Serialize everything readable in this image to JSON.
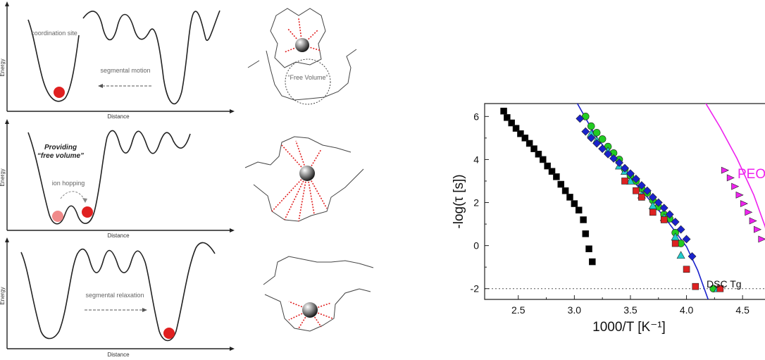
{
  "schematic": {
    "panels": [
      {
        "axis_y": "Energy",
        "axis_x": "Distance",
        "labels": [
          "coordination site",
          "segmental motion",
          "“Free Volume”"
        ]
      },
      {
        "axis_y": "Energy",
        "axis_x": "Distance",
        "labels": [
          "Providing",
          "“free volume”",
          "ion hopping"
        ]
      },
      {
        "axis_y": "Energy",
        "axis_x": "Distance",
        "labels": [
          "segmental relaxation"
        ]
      }
    ],
    "ion_color": "#e02020"
  },
  "chart_data": {
    "type": "scatter",
    "xlabel": "1000/T [K⁻¹]",
    "ylabel": "-log(τ [s])",
    "xlim": [
      2.2,
      4.7
    ],
    "ylim": [
      -2.5,
      6.6
    ],
    "xticks": [
      2.5,
      3.0,
      3.5,
      4.0,
      4.5
    ],
    "yticks": [
      -2,
      0,
      2,
      4,
      6
    ],
    "annotations": [
      "DSC Tg",
      "PEO"
    ],
    "tg_line_y": -2,
    "series": [
      {
        "marker": "square",
        "color": "#000000",
        "points": [
          [
            2.37,
            6.25
          ],
          [
            2.4,
            5.95
          ],
          [
            2.44,
            5.7
          ],
          [
            2.48,
            5.45
          ],
          [
            2.52,
            5.2
          ],
          [
            2.56,
            5.0
          ],
          [
            2.6,
            4.75
          ],
          [
            2.64,
            4.5
          ],
          [
            2.68,
            4.25
          ],
          [
            2.72,
            4.0
          ],
          [
            2.76,
            3.7
          ],
          [
            2.8,
            3.45
          ],
          [
            2.84,
            3.2
          ],
          [
            2.88,
            2.85
          ],
          [
            2.92,
            2.55
          ],
          [
            2.96,
            2.25
          ],
          [
            3.0,
            1.95
          ],
          [
            3.04,
            1.65
          ],
          [
            3.08,
            1.2
          ],
          [
            3.1,
            0.55
          ],
          [
            3.13,
            -0.15
          ],
          [
            3.16,
            -0.75
          ]
        ]
      },
      {
        "marker": "circle",
        "color": "#22cc22",
        "points": [
          [
            3.1,
            6.0
          ],
          [
            3.15,
            5.55
          ],
          [
            3.2,
            5.25
          ],
          [
            3.25,
            4.95
          ],
          [
            3.3,
            4.6
          ],
          [
            3.35,
            4.3
          ],
          [
            3.4,
            4.0
          ],
          [
            3.45,
            3.55
          ],
          [
            3.5,
            3.25
          ],
          [
            3.55,
            3.0
          ],
          [
            3.6,
            2.65
          ],
          [
            3.65,
            2.45
          ],
          [
            3.7,
            2.1
          ],
          [
            3.75,
            1.8
          ],
          [
            3.8,
            1.45
          ],
          [
            3.85,
            1.25
          ],
          [
            3.9,
            0.6
          ],
          [
            3.95,
            0.1
          ],
          [
            4.24,
            -2.0
          ]
        ]
      },
      {
        "marker": "triangle",
        "color": "#22cccc",
        "points": [
          [
            3.15,
            5.2
          ],
          [
            3.2,
            4.9
          ],
          [
            3.3,
            4.4
          ],
          [
            3.4,
            3.7
          ],
          [
            3.45,
            3.45
          ],
          [
            3.5,
            3.0
          ],
          [
            3.6,
            2.35
          ],
          [
            3.7,
            1.85
          ],
          [
            3.8,
            1.3
          ],
          [
            3.9,
            0.4
          ],
          [
            3.95,
            -0.45
          ],
          [
            4.28,
            -2.0
          ]
        ]
      },
      {
        "marker": "square",
        "color": "#dd2222",
        "points": [
          [
            3.45,
            3.0
          ],
          [
            3.55,
            2.55
          ],
          [
            3.6,
            2.25
          ],
          [
            3.7,
            1.55
          ],
          [
            3.8,
            1.2
          ],
          [
            3.9,
            0.1
          ],
          [
            4.0,
            -1.1
          ],
          [
            4.08,
            -1.9
          ],
          [
            4.3,
            -2.0
          ]
        ]
      },
      {
        "marker": "diamond",
        "color": "#1a22cc",
        "points": [
          [
            3.05,
            5.9
          ],
          [
            3.1,
            5.3
          ],
          [
            3.15,
            5.0
          ],
          [
            3.2,
            4.75
          ],
          [
            3.25,
            4.5
          ],
          [
            3.3,
            4.25
          ],
          [
            3.35,
            4.05
          ],
          [
            3.4,
            3.85
          ],
          [
            3.45,
            3.6
          ],
          [
            3.5,
            3.35
          ],
          [
            3.55,
            3.1
          ],
          [
            3.6,
            2.8
          ],
          [
            3.65,
            2.55
          ],
          [
            3.7,
            2.25
          ],
          [
            3.75,
            2.0
          ],
          [
            3.8,
            1.75
          ],
          [
            3.85,
            1.45
          ],
          [
            3.9,
            1.1
          ],
          [
            3.95,
            0.75
          ],
          [
            4.0,
            0.3
          ],
          [
            4.05,
            -0.5
          ]
        ]
      },
      {
        "marker": "triangle-right",
        "color": "#ee22ee",
        "points": [
          [
            4.34,
            3.5
          ],
          [
            4.39,
            3.15
          ],
          [
            4.43,
            2.75
          ],
          [
            4.47,
            2.35
          ],
          [
            4.51,
            1.95
          ],
          [
            4.55,
            1.55
          ],
          [
            4.59,
            1.15
          ],
          [
            4.63,
            0.75
          ],
          [
            4.67,
            0.3
          ]
        ]
      }
    ],
    "fits": [
      {
        "color": "#1a22cc",
        "points": [
          [
            3.0,
            6.85
          ],
          [
            3.2,
            5.0
          ],
          [
            3.4,
            3.75
          ],
          [
            3.6,
            2.55
          ],
          [
            3.8,
            1.35
          ],
          [
            4.0,
            -0.05
          ],
          [
            4.1,
            -1.15
          ],
          [
            4.2,
            -2.6
          ]
        ]
      },
      {
        "color": "#ee22ee",
        "points": [
          [
            4.15,
            6.8
          ],
          [
            4.3,
            5.5
          ],
          [
            4.45,
            4.05
          ],
          [
            4.6,
            2.35
          ],
          [
            4.7,
            0.9
          ],
          [
            4.75,
            -0.2
          ],
          [
            4.78,
            -0.9
          ]
        ]
      }
    ]
  }
}
